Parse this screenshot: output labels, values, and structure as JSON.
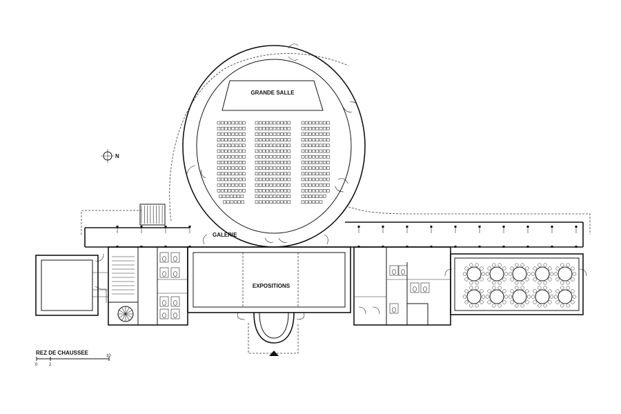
{
  "plan": {
    "level_title": "REZ DE CHAUSSEE",
    "scale_ticks": [
      "0",
      "2",
      "10"
    ],
    "north_label": "N",
    "rooms": {
      "grande_salle": "GRANDE SALLE",
      "galerie": "GALERIE",
      "expositions": "EXPOSITIONS"
    }
  }
}
